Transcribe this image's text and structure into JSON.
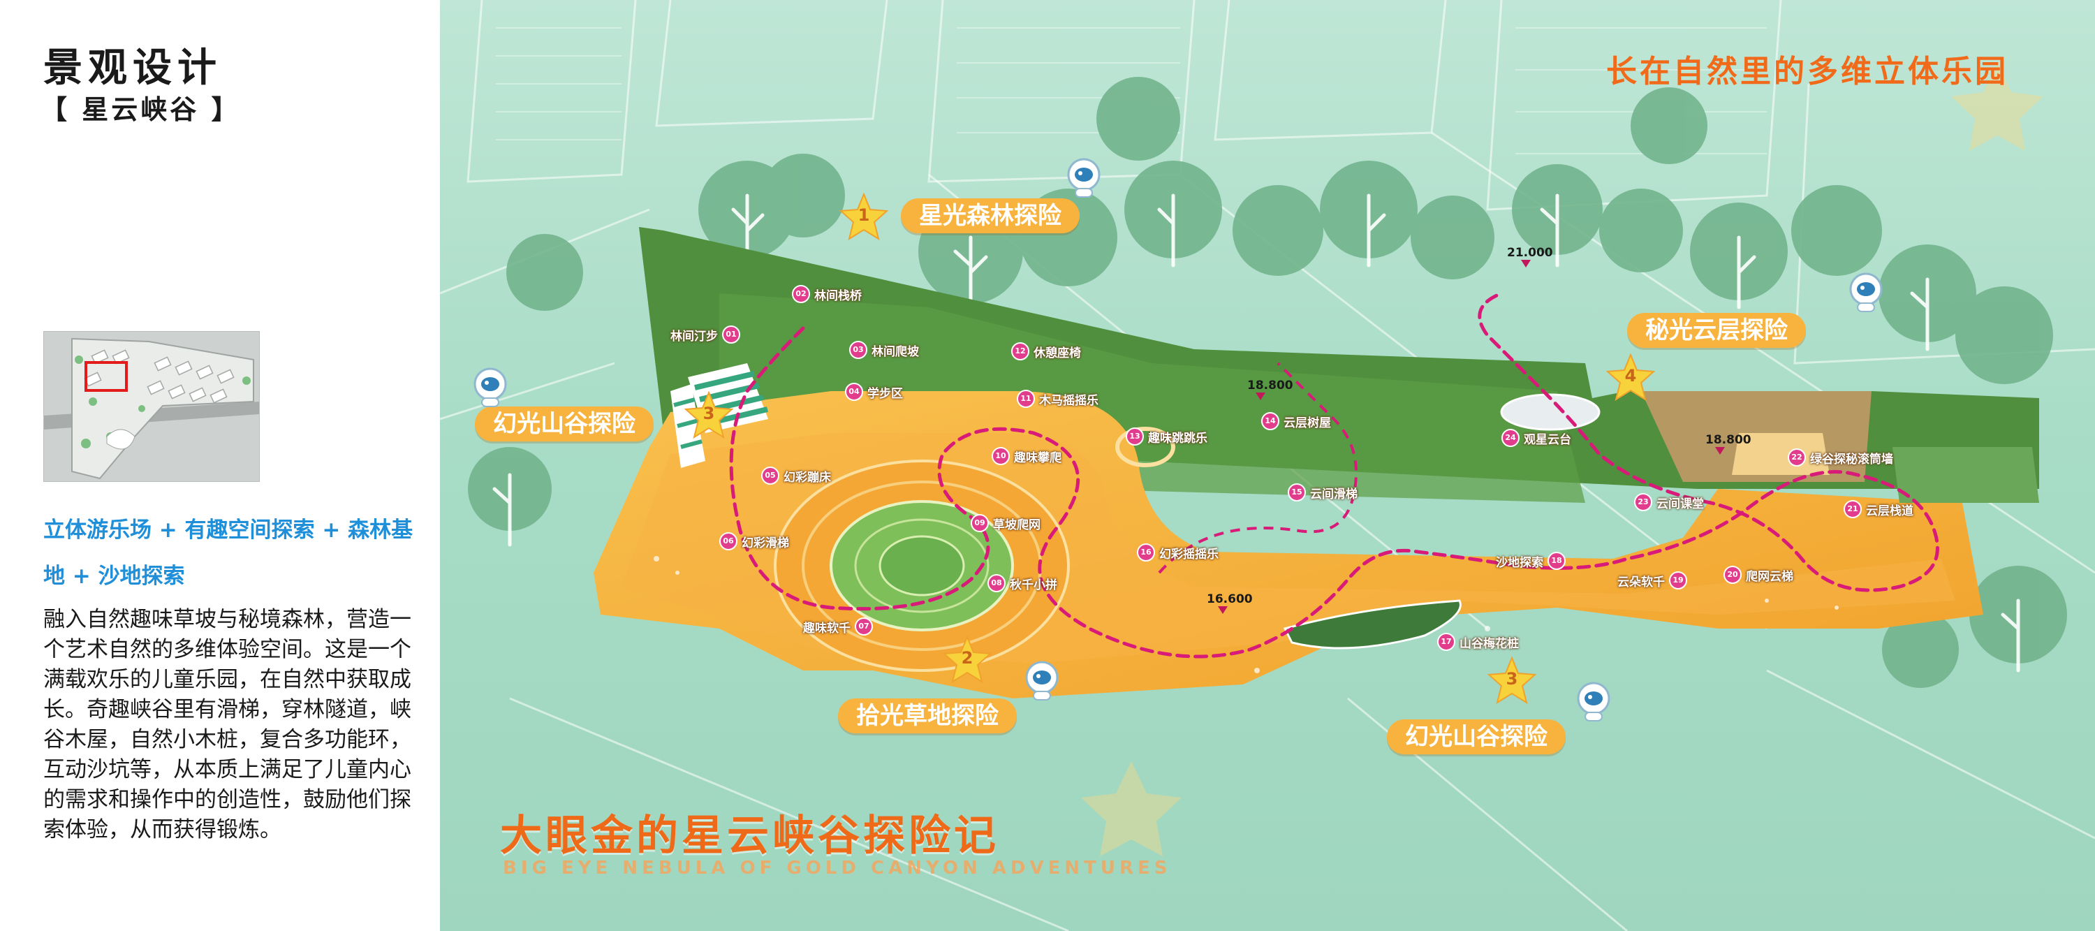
{
  "panel": {
    "title": "景观设计",
    "subtitle": "【 星云峡谷 】",
    "headline": "立体游乐场 + 有趣空间探索 + 森林基地 + 沙地探索",
    "description": "融入自然趣味草坡与秘境森林，营造一个艺术自然的多维体验空间。这是一个满载欢乐的儿童乐园，在自然中获取成长。奇趣峡谷里有滑梯，穿林隧道，峡谷木屋，自然小木桩，复合多功能环，互动沙坑等，从本质上满足了儿童内心的需求和操作中的创造性，鼓励他们探索体验，从而获得锻炼。"
  },
  "map": {
    "slogan": "长在自然里的多维立体乐园",
    "story_title": "大眼金的星云峡谷探险记",
    "story_subtitle": "BIG EYE NEBULA OF GOLD CANYON ADVENTURES",
    "zones": [
      {
        "num": "1",
        "label": "星光森林探险"
      },
      {
        "num": "2",
        "label": "拾光草地探险"
      },
      {
        "num": "3",
        "label": "幻光山谷探险"
      },
      {
        "num": "4",
        "label": "秘光云层探险"
      },
      {
        "num": "3",
        "label": "幻光山谷探险"
      }
    ],
    "pois": [
      {
        "num": "01",
        "label": "林间汀步"
      },
      {
        "num": "02",
        "label": "林间栈桥"
      },
      {
        "num": "03",
        "label": "林间爬坡"
      },
      {
        "num": "04",
        "label": "学步区"
      },
      {
        "num": "05",
        "label": "幻彩蹦床"
      },
      {
        "num": "06",
        "label": "幻彩滑梯"
      },
      {
        "num": "07",
        "label": "趣味软千"
      },
      {
        "num": "08",
        "label": "秋千小拼"
      },
      {
        "num": "09",
        "label": "草坡爬网"
      },
      {
        "num": "10",
        "label": "趣味攀爬"
      },
      {
        "num": "11",
        "label": "木马摇摇乐"
      },
      {
        "num": "12",
        "label": "休憩座椅"
      },
      {
        "num": "13",
        "label": "趣味跳跳乐"
      },
      {
        "num": "14",
        "label": "云层树屋"
      },
      {
        "num": "15",
        "label": "云间滑梯"
      },
      {
        "num": "16",
        "label": "幻彩摇摇乐"
      },
      {
        "num": "17",
        "label": "山谷梅花桩"
      },
      {
        "num": "18",
        "label": "沙地探索"
      },
      {
        "num": "19",
        "label": "云朵软千"
      },
      {
        "num": "20",
        "label": "爬网云梯"
      },
      {
        "num": "21",
        "label": "云层栈道"
      },
      {
        "num": "22",
        "label": "绿谷探秘滚筒墙"
      },
      {
        "num": "23",
        "label": "云间课堂"
      },
      {
        "num": "24",
        "label": "观星云台"
      }
    ],
    "elevations": [
      "21.000",
      "18.800",
      "18.800",
      "16.600"
    ],
    "colors": {
      "accent_orange": "#f7b33e",
      "path_magenta": "#d81b78",
      "ground_teal": "#a9dcc6"
    }
  }
}
